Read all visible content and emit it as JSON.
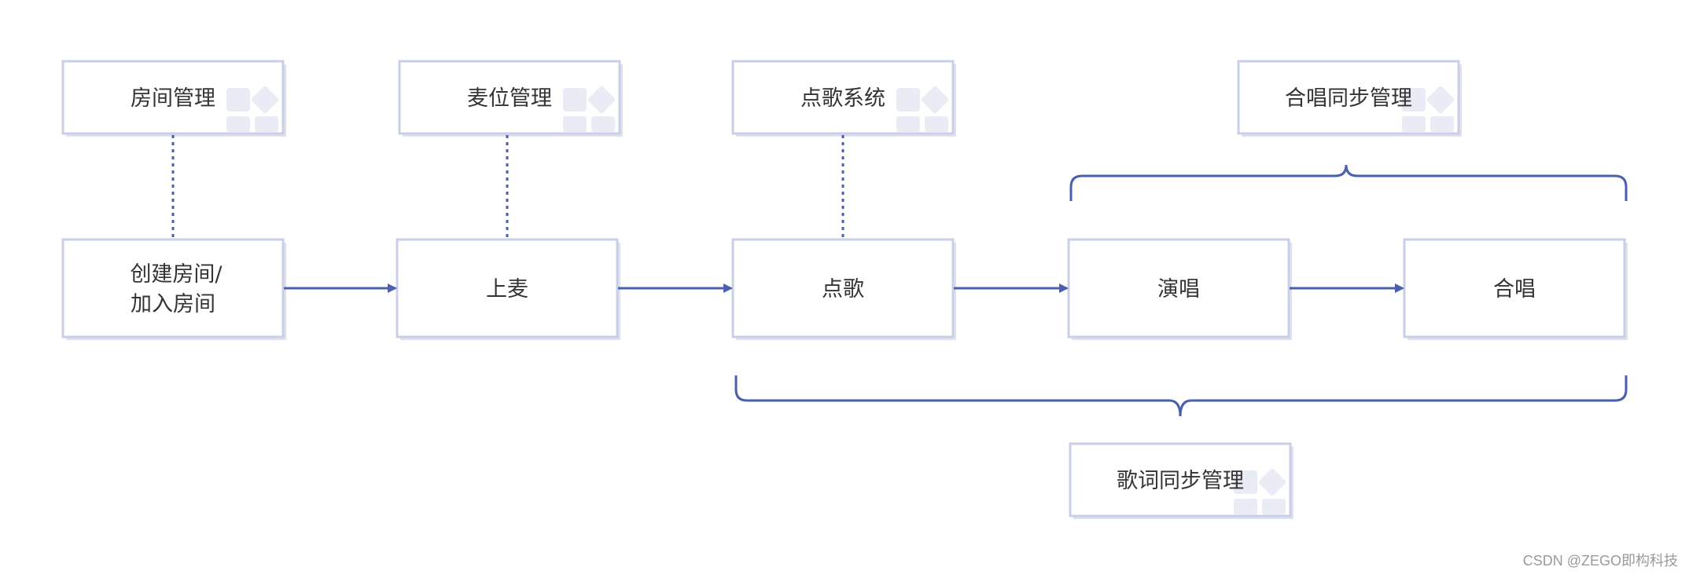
{
  "colors": {
    "box_border": "#c9cfe6",
    "box_shadow": "#dfe2ee",
    "accent": "#4a5fad",
    "text": "#333333",
    "deco": "#e9ebf5"
  },
  "modules": [
    {
      "id": "room-management",
      "label": "房间管理"
    },
    {
      "id": "mic-management",
      "label": "麦位管理"
    },
    {
      "id": "song-system",
      "label": "点歌系统"
    },
    {
      "id": "chorus-sync-management",
      "label": "合唱同步管理"
    },
    {
      "id": "lyrics-sync-management",
      "label": "歌词同步管理"
    }
  ],
  "flow_steps": [
    {
      "id": "create-join-room",
      "lines": [
        "创建房间/",
        "加入房间"
      ]
    },
    {
      "id": "get-on-mic",
      "lines": [
        "上麦"
      ]
    },
    {
      "id": "order-song",
      "lines": [
        "点歌"
      ]
    },
    {
      "id": "sing",
      "lines": [
        "演唱"
      ]
    },
    {
      "id": "chorus",
      "lines": [
        "合唱"
      ]
    }
  ],
  "watermark": "CSDN @ZEGO即构科技"
}
